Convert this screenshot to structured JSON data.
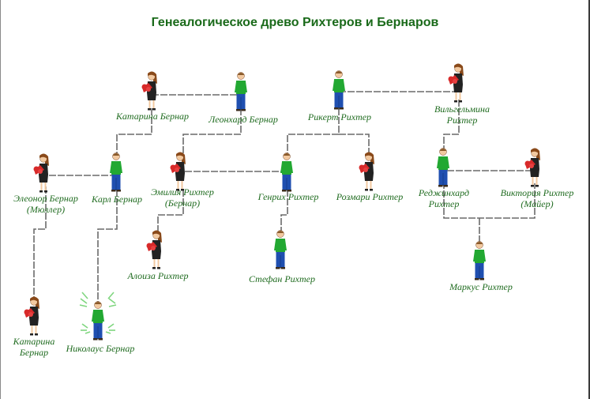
{
  "title": "Генеалогическое древо Рихтеров и Бернаров",
  "colors": {
    "title": "#1a6a1a",
    "label": "#1f6b1f",
    "line": "#6a6a6a",
    "shirt_male": "#22a832",
    "pants": "#1f4fb0",
    "dress_female": "#d82a2a",
    "skirt": "#222222",
    "hair_female": "#8a4a1a",
    "hair_male": "#8a5a2a",
    "skin": "#f2c9a0",
    "highlight": "#7fd67f"
  },
  "people": [
    {
      "id": "katarina_b1",
      "gender": "female",
      "lines": [
        "Катарина Бернар"
      ]
    },
    {
      "id": "leonhard",
      "gender": "male",
      "lines": [
        "Леонхард Бернар"
      ]
    },
    {
      "id": "rikert",
      "gender": "male",
      "lines": [
        "Рикерт Рихтер"
      ]
    },
    {
      "id": "vilgelmina",
      "gender": "female",
      "lines": [
        "Вильгельмина",
        "Рихтер"
      ]
    },
    {
      "id": "eleonor",
      "gender": "female",
      "lines": [
        "Элеонор Бернар",
        "(Мюллер)"
      ]
    },
    {
      "id": "karl",
      "gender": "male",
      "lines": [
        "Карл Бернар"
      ]
    },
    {
      "id": "emilia",
      "gender": "female",
      "lines": [
        "Эмилия Рихтер",
        "(Бернар)"
      ]
    },
    {
      "id": "genrih",
      "gender": "male",
      "lines": [
        "Генрих Рихтер"
      ]
    },
    {
      "id": "rozmari",
      "gender": "female",
      "lines": [
        "Розмари Рихтер"
      ]
    },
    {
      "id": "redzhinhard",
      "gender": "male",
      "lines": [
        "Реджинхард",
        "Рихтер"
      ]
    },
    {
      "id": "viktoria",
      "gender": "female",
      "lines": [
        "Виктория Рихтер",
        "(Майер)"
      ]
    },
    {
      "id": "aloiza",
      "gender": "female",
      "lines": [
        "Алоиза Рихтер"
      ]
    },
    {
      "id": "stefan",
      "gender": "male",
      "lines": [
        "Стефан Рихтер"
      ]
    },
    {
      "id": "markus",
      "gender": "male",
      "lines": [
        "Маркус Рихтер"
      ]
    },
    {
      "id": "katarina_b2",
      "gender": "female",
      "lines": [
        "Катарина",
        "Бернар"
      ]
    },
    {
      "id": "nikolaus",
      "gender": "male",
      "highlighted": true,
      "lines": [
        "Николаус Бернар"
      ]
    }
  ]
}
